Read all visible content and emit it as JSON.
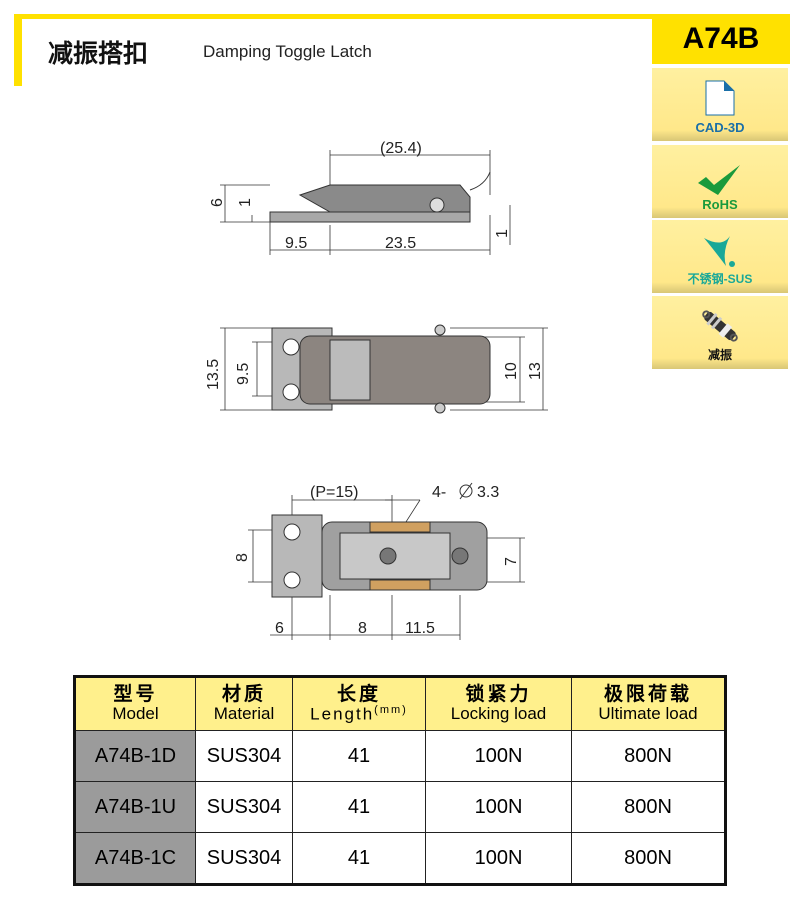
{
  "header": {
    "title_cn": "减振搭扣",
    "title_en": "Damping Toggle Latch",
    "model": "A74B"
  },
  "sidebar": {
    "tiles": [
      {
        "label": "CAD-3D",
        "icon": "file-icon",
        "color": "#1a6fa8"
      },
      {
        "label": "RoHS",
        "icon": "check-icon",
        "color": "#1a9a3c"
      },
      {
        "label": "不锈钢-SUS",
        "icon": "sparkle-icon",
        "color": "#1aa898"
      },
      {
        "label": "减振",
        "icon": "shock-absorber-icon",
        "color": "#111111"
      }
    ]
  },
  "drawing": {
    "side": {
      "total": "(25.4)",
      "height": "6",
      "thick": "1",
      "thick2": "1",
      "left": "9.5",
      "right": "23.5"
    },
    "top": {
      "outer": "13.5",
      "inner": "9.5",
      "w1": "10",
      "w2": "13"
    },
    "bottom": {
      "pitch": "(P=15)",
      "holes": "4-",
      "hole_dia": "3.3",
      "h": "8",
      "h2": "7",
      "a": "6",
      "b": "8",
      "c": "11.5"
    }
  },
  "table": {
    "headers": [
      {
        "cn": "型号",
        "en": "Model"
      },
      {
        "cn": "材质",
        "en": "Material"
      },
      {
        "cn": "长度",
        "en": "Length",
        "unit": "(mm)"
      },
      {
        "cn": "锁紧力",
        "en": "Locking load"
      },
      {
        "cn": "极限荷载",
        "en": "Ultimate load"
      }
    ],
    "rows": [
      [
        "A74B-1D",
        "SUS304",
        "41",
        "100N",
        "800N"
      ],
      [
        "A74B-1U",
        "SUS304",
        "41",
        "100N",
        "800N"
      ],
      [
        "A74B-1C",
        "SUS304",
        "41",
        "100N",
        "800N"
      ]
    ]
  }
}
